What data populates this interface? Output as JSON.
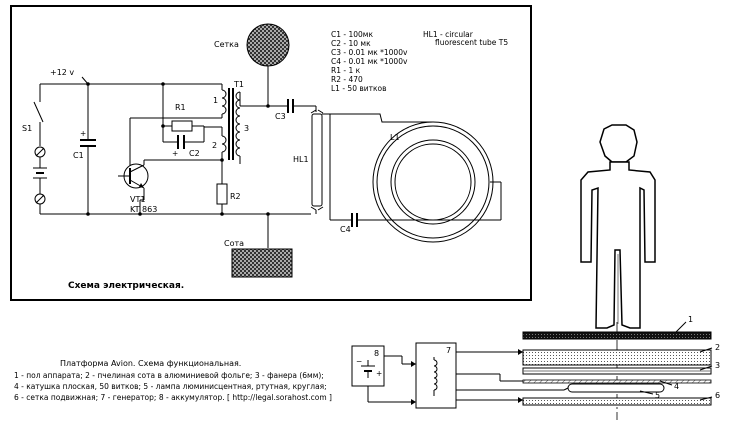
{
  "schematic": {
    "title": "Схема электрическая.",
    "grid_label": "Сетка",
    "honeycomb_label": "Сота",
    "supply_label": "+12 v",
    "labels": {
      "s1": "S1",
      "c1": "C1",
      "r1": "R1",
      "c2": "C2",
      "t1": "T1",
      "w1": "1",
      "w2": "2",
      "w3": "3",
      "r2": "R2",
      "vt1": "VT1",
      "vt1_type": "KT 863",
      "c3": "C3",
      "c4": "C4",
      "hl1": "HL1",
      "l1": "L1"
    },
    "parts_list": [
      "C1 - 100мк",
      "C2 - 10 мк",
      "C3 - 0.01 мк *1000v",
      "C4 - 0.01 мк *1000v",
      "R1 - 1 к",
      "R2 - 470",
      "L1 - 50 витков"
    ],
    "lamp_note": [
      "HL1 - circular",
      "fluorescent tube T5"
    ]
  },
  "platform": {
    "title": "Платформа Avion. Схема функциональная.",
    "legend": [
      "1 - пол аппарата; 2 - пчелиная сота в алюминиевой фольге; 3 - фанера (6мм);",
      "4 - катушка плоская, 50 витков; 5 - лампа люминисцентная, ртутная, круглая;",
      "6 - сетка подвижная; 7 - генератор; 8 - аккумулятор.   [  http://legal.sorahost.com  ]"
    ],
    "numbers": [
      "1",
      "2",
      "3",
      "4",
      "5",
      "6",
      "7",
      "8"
    ]
  },
  "colors": {
    "ink": "#000000",
    "background": "#ffffff",
    "dark_layer": "#1a1a1a"
  }
}
